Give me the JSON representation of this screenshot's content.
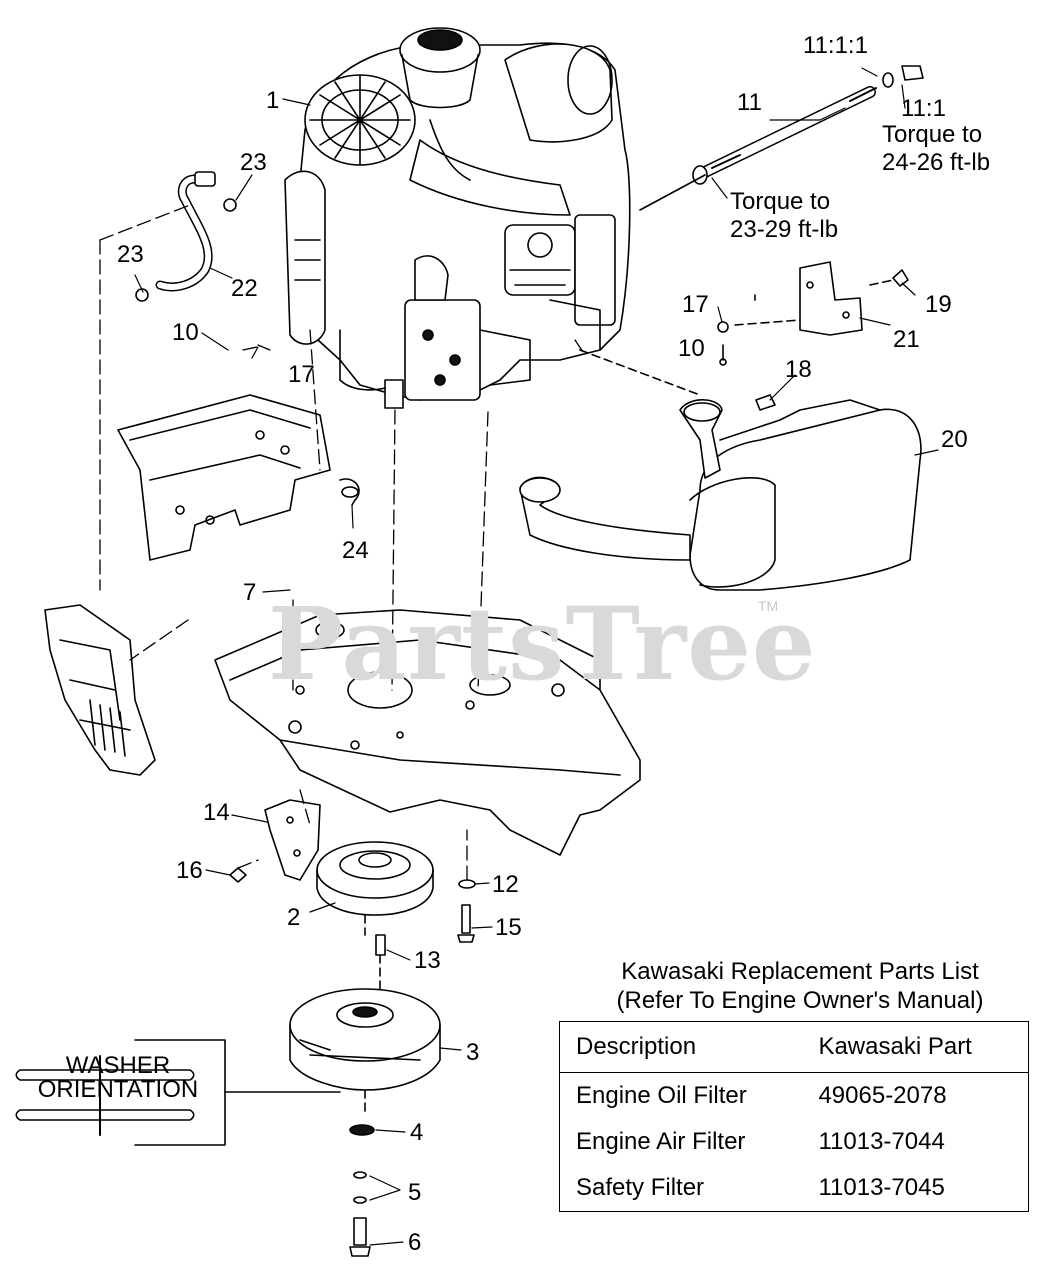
{
  "watermark": {
    "text": "PartsTree",
    "tm": "TM"
  },
  "callouts": [
    {
      "id": "1",
      "label": "1"
    },
    {
      "id": "2",
      "label": "2"
    },
    {
      "id": "3",
      "label": "3"
    },
    {
      "id": "4",
      "label": "4"
    },
    {
      "id": "5",
      "label": "5"
    },
    {
      "id": "6",
      "label": "6"
    },
    {
      "id": "7",
      "label": "7"
    },
    {
      "id": "10a",
      "label": "10"
    },
    {
      "id": "10b",
      "label": "10"
    },
    {
      "id": "11",
      "label": "11"
    },
    {
      "id": "11-1",
      "label": "11:1"
    },
    {
      "id": "11-1-1",
      "label": "11:1:1"
    },
    {
      "id": "12",
      "label": "12"
    },
    {
      "id": "13",
      "label": "13"
    },
    {
      "id": "14",
      "label": "14"
    },
    {
      "id": "15",
      "label": "15"
    },
    {
      "id": "16",
      "label": "16"
    },
    {
      "id": "17a",
      "label": "17"
    },
    {
      "id": "17b",
      "label": "17"
    },
    {
      "id": "18",
      "label": "18"
    },
    {
      "id": "19",
      "label": "19"
    },
    {
      "id": "20",
      "label": "20"
    },
    {
      "id": "21",
      "label": "21"
    },
    {
      "id": "22",
      "label": "22"
    },
    {
      "id": "23a",
      "label": "23"
    },
    {
      "id": "23b",
      "label": "23"
    },
    {
      "id": "24",
      "label": "24"
    }
  ],
  "notes": {
    "torque_fitting": "Torque to\n24-26 ft-lb",
    "torque_tube": "Torque to\n23-29 ft-lb"
  },
  "washer_orientation": {
    "line1": "WASHER",
    "line2": "ORIENTATION"
  },
  "parts_list": {
    "title_line1": "Kawasaki Replacement Parts List",
    "title_line2": "(Refer To Engine Owner's Manual)",
    "headers": [
      "Description",
      "Kawasaki Part"
    ],
    "rows": [
      [
        "Engine Oil Filter",
        "49065-2078"
      ],
      [
        "Engine Air Filter",
        "11013-7044"
      ],
      [
        "Safety Filter",
        "11013-7045"
      ]
    ]
  }
}
